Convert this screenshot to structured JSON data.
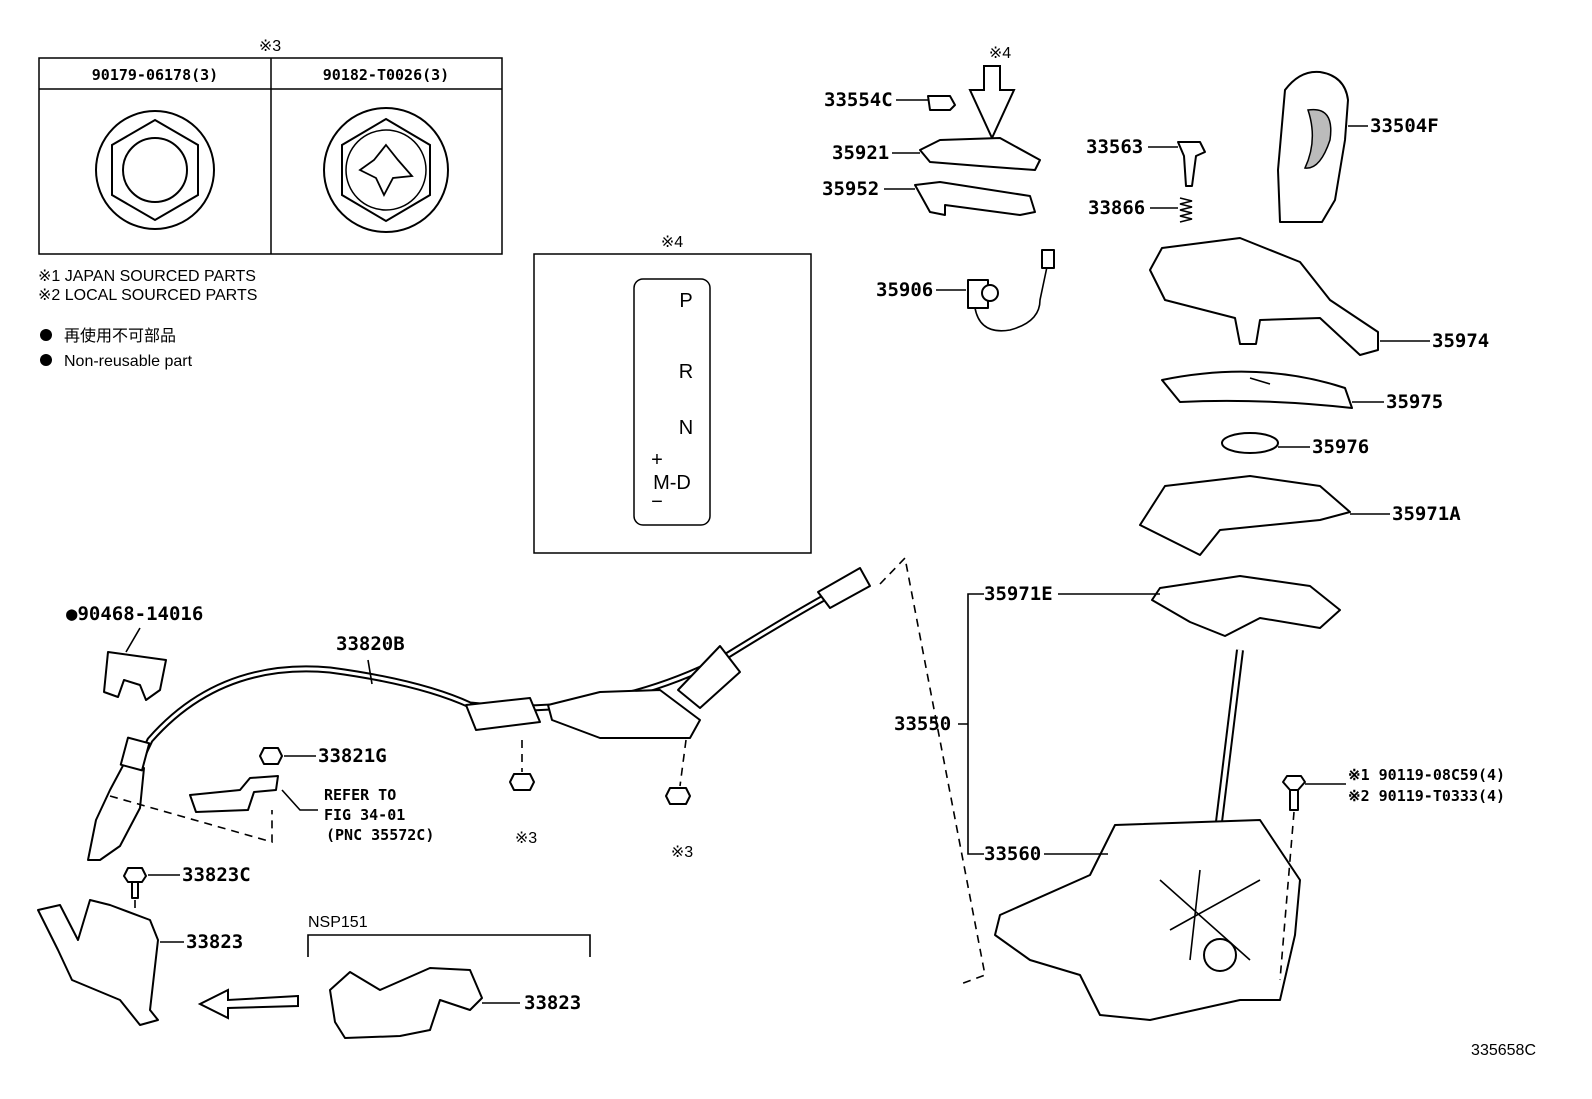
{
  "fastener_table": {
    "note_mark": "※3",
    "col1_header": "90179-06178(3)",
    "col2_header": "90182-T0026(3)"
  },
  "legend": {
    "note1": "※1  JAPAN SOURCED PARTS",
    "note2": "※2  LOCAL SOURCED PARTS",
    "nonreusable_jp": "再使用不可部品",
    "nonreusable_en": "Non-reusable part"
  },
  "gate_panel": {
    "note_mark": "※4",
    "positions": [
      "P",
      "R",
      "N",
      "M-D"
    ],
    "plus": "+",
    "minus": "−"
  },
  "parts": {
    "p33554C": "33554C",
    "p35921": "35921",
    "p35952": "35952",
    "p35906": "35906",
    "p33563": "33563",
    "p33866": "33866",
    "p33504F": "33504F",
    "p35974": "35974",
    "p35975": "35975",
    "p35976": "35976",
    "p35971A": "35971A",
    "p35971E": "35971E",
    "p33550": "33550",
    "p33560": "33560",
    "p90468": "●90468-14016",
    "p33820B": "33820B",
    "p33821G": "33821G",
    "p33823C": "33823C",
    "p33823a": "33823",
    "p33823b": "33823",
    "bolt1": "※1 90119-08C59(4)",
    "bolt2": "※2 90119-T0333(4)"
  },
  "refer": {
    "line1": "REFER TO",
    "line2": "FIG 34-01",
    "line3": "(PNC 35572C)"
  },
  "marks": {
    "arrow_note": "※4",
    "nut_note_a": "※3",
    "nut_note_b": "※3"
  },
  "variant_label": "NSP151",
  "figure_id": "335658C"
}
